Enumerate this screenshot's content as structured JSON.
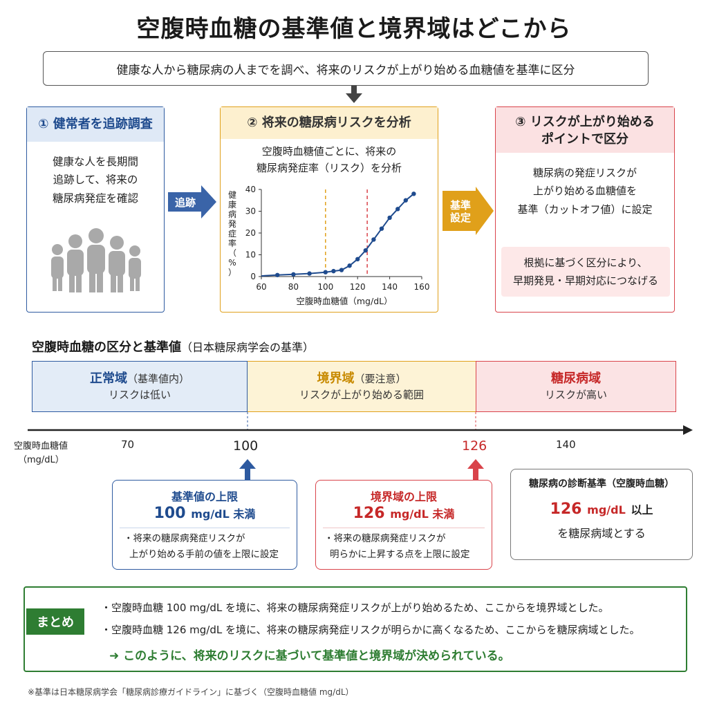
{
  "title": "空腹時血糖の基準値と境界域はどこから",
  "subtitle": "健康な人から糖尿病の人までを調べ、将来のリスクが上がり始める血糖値を基準に区分",
  "steps": [
    {
      "header": "① 健常者を追跡調査",
      "body": [
        "健康な人を長期間",
        "追跡して、将来の",
        "糖尿病発症を確認"
      ]
    },
    {
      "header": "② 将来の糖尿病リスクを分析",
      "body": [
        "空腹時血糖値ごとに、将来の",
        "糖尿病発症率（リスク）を分析"
      ]
    },
    {
      "header_lines": [
        "③ リスクが上がり始める",
        "ポイントで区分"
      ],
      "body": [
        "糖尿病の発症リスクが",
        "上がり始める血糖値を",
        "基準（カットオフ値）に設定"
      ],
      "note": [
        "根拠に基づく区分により、",
        "早期発見・早期対応につなげる"
      ]
    }
  ],
  "arrows": {
    "follow": "追跡",
    "set_lines": [
      "基準",
      "設定"
    ]
  },
  "colors": {
    "blue": "#2d5aa0",
    "amber": "#e0a01a",
    "red": "#d9434a",
    "green": "#2e7d32"
  },
  "chart_data": {
    "type": "line",
    "xlabel": "空腹時血糖値（mg/dL）",
    "ylabel": "健康病発症率（%）",
    "xlim": [
      60,
      160
    ],
    "ylim": [
      0,
      40
    ],
    "xticks": [
      60,
      80,
      100,
      120,
      140,
      160
    ],
    "yticks": [
      0,
      10,
      20,
      30,
      40
    ],
    "x": [
      60,
      70,
      80,
      90,
      100,
      105,
      110,
      115,
      120,
      125,
      130,
      135,
      140,
      145,
      150,
      155
    ],
    "y": [
      0.3,
      0.7,
      1.0,
      1.4,
      2.0,
      2.5,
      3.0,
      5.0,
      8.0,
      12.0,
      17.0,
      22.0,
      27.0,
      31.0,
      35.0,
      38.0
    ],
    "markers_x": [
      70,
      80,
      90,
      100,
      105,
      110,
      115,
      120,
      125,
      130,
      135,
      140,
      145,
      150,
      155
    ],
    "vlines": [
      {
        "x": 100,
        "color": "#e0a01a"
      },
      {
        "x": 126,
        "color": "#d9434a"
      }
    ],
    "grid": false
  },
  "classification": {
    "title": "空腹時血糖の区分と基準値",
    "title_note": "（日本糖尿病学会の基準）",
    "zones": [
      {
        "name": "正常域",
        "note": "（基準値内）",
        "desc": "リスクは低い"
      },
      {
        "name": "境界域",
        "note": "（要注意）",
        "desc": "リスクが上がり始める範囲"
      },
      {
        "name": "糖尿病域",
        "note": "",
        "desc": "リスクが高い"
      }
    ],
    "axis_label_lines": [
      "空腹時血糖値",
      "（mg/dL）"
    ],
    "ticks": [
      "70",
      "100",
      "126",
      "140"
    ]
  },
  "callouts": [
    {
      "title": "基準値の上限",
      "value": "100",
      "unit": "mg/dL 未満",
      "desc": [
        "・将来の糖尿病発症リスクが",
        "上がり始める手前の値を上限に設定"
      ]
    },
    {
      "title": "境界域の上限",
      "value": "126",
      "unit": "mg/dL 未満",
      "desc": [
        "・将来の糖尿病発症リスクが",
        "明らかに上昇する点を上限に設定"
      ]
    },
    {
      "title": "糖尿病の診断基準（空腹時血糖）",
      "value": "126",
      "unit": "mg/dL",
      "suffix": "以上",
      "tail": "を糖尿病域とする"
    }
  ],
  "summary": {
    "label": "まとめ",
    "lines": [
      "・空腹時血糖 100 mg/dL を境に、将来の糖尿病発症リスクが上がり始めるため、ここからを境界域とした。",
      "・空腹時血糖 126 mg/dL を境に、将来の糖尿病発症リスクが明らかに高くなるため、ここからを糖尿病域とした。"
    ],
    "conclusion": "➜ このように、将来のリスクに基づいて基準値と境界域が決められている。"
  },
  "footnote": "※基準は日本糖尿病学会「糖尿病診療ガイドライン」に基づく（空腹時血糖値 mg/dL）"
}
